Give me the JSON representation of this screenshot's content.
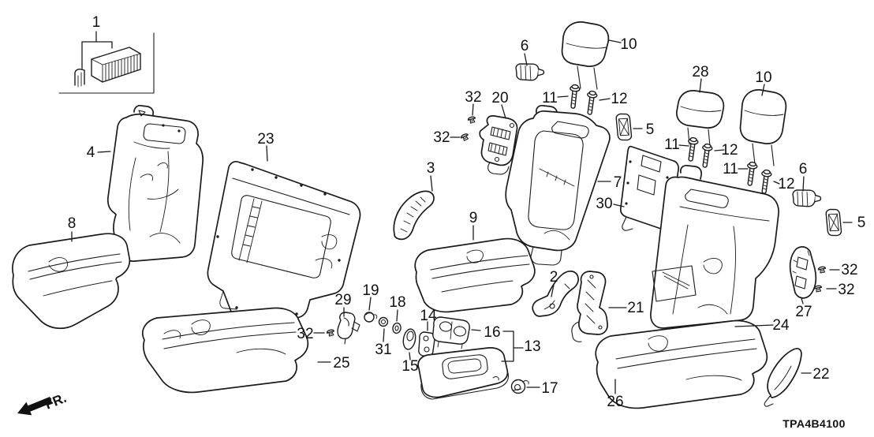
{
  "diagram": {
    "code": "TPA4B4100",
    "fr_label": "FR.",
    "colors": {
      "ink": "#1b1b1b",
      "background": "#ffffff"
    },
    "labels": {
      "1": "1",
      "2": "2",
      "3": "3",
      "4": "4",
      "5": "5",
      "6": "6",
      "7": "7",
      "8": "8",
      "9": "9",
      "10": "10",
      "11": "11",
      "12": "12",
      "13": "13",
      "14": "14",
      "15": "15",
      "16": "16",
      "17": "17",
      "18": "18",
      "19": "19",
      "20": "20",
      "21": "21",
      "22": "22",
      "23": "23",
      "24": "24",
      "25": "25",
      "26": "26",
      "27": "27",
      "28": "28",
      "29": "29",
      "30": "30",
      "31": "31",
      "32": "32"
    }
  }
}
